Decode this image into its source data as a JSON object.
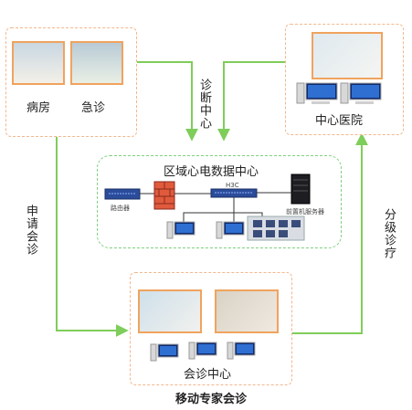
{
  "nodes": {
    "ward": "病房",
    "emergency": "急诊",
    "central_hospital": "中心医院",
    "regional_center": "区域心电数据中心",
    "consult_center": "会诊中心",
    "mobile_experts": "移动专家会诊"
  },
  "edges": {
    "diagnosis_center": "诊断中心",
    "apply_consult": "申请会诊",
    "referral": "分级诊疗"
  },
  "devices": {
    "router": "路由器",
    "switch": "H3C",
    "server": "前置机服务器"
  },
  "colors": {
    "arrow": "#7fcd5a",
    "orange_border": "#f3b78d",
    "green_border": "#7fcf7f"
  }
}
